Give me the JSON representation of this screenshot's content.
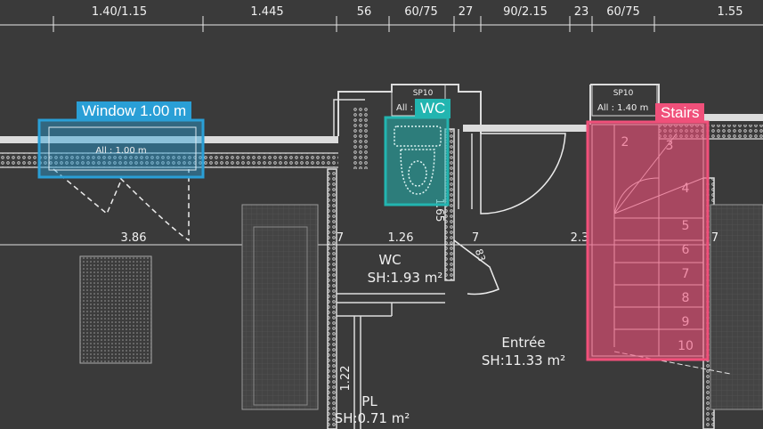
{
  "dimensions_top": [
    "1.40/1.15",
    "1.445",
    "56",
    "60/75",
    "27",
    "90/2.15",
    "23",
    "60/75",
    "1.55"
  ],
  "sp_labels": [
    "SP10",
    "SP10"
  ],
  "opening_labels": {
    "wc": "All :",
    "stairs": "All : 1.40 m",
    "window": "All : 1.00 m"
  },
  "dimensions_inner": {
    "d386": "3.86",
    "d7a": "7",
    "d126": "1.26",
    "d7b": "7",
    "d23": "2.3",
    "d7c": "7",
    "d165": "1.65",
    "d83": "83",
    "d122": "1.22"
  },
  "rooms": {
    "wc_name": "WC",
    "wc_area": "SH:1.93 m²",
    "entree_name": "Entrée",
    "entree_area": "SH:11.33 m²",
    "pl_name": "PL",
    "pl_area": "SH:0.71 m²"
  },
  "stair_steps": [
    "2",
    "3",
    "4",
    "5",
    "6",
    "7",
    "8",
    "9",
    "10"
  ],
  "annotations": [
    {
      "label": "Window 1.00 m",
      "color": "#2a9fd6"
    },
    {
      "label": "WC",
      "color": "#22b5b0"
    },
    {
      "label": "Stairs",
      "color": "#f0507a"
    }
  ]
}
